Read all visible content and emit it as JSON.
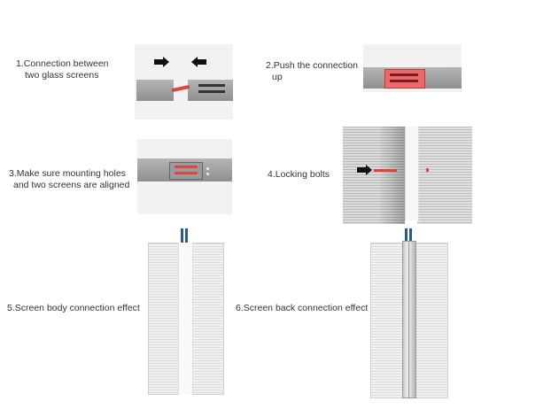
{
  "steps": [
    {
      "label_line1": "1.Connection between",
      "label_line2": "two glass screens"
    },
    {
      "label_line1": "2.Push the connection",
      "label_line2": "up"
    },
    {
      "label_line1": "3.Make sure mounting holes",
      "label_line2": "and two screens are aligned"
    },
    {
      "label_line1": "4.Locking bolts"
    },
    {
      "label_line1": "5.Screen body connection effect"
    },
    {
      "label_line1": "6.Screen back connection effect"
    }
  ],
  "colors": {
    "accent_red": "#e0443e",
    "arrow": "#111111",
    "panel_gray": "#a9a9a9"
  }
}
